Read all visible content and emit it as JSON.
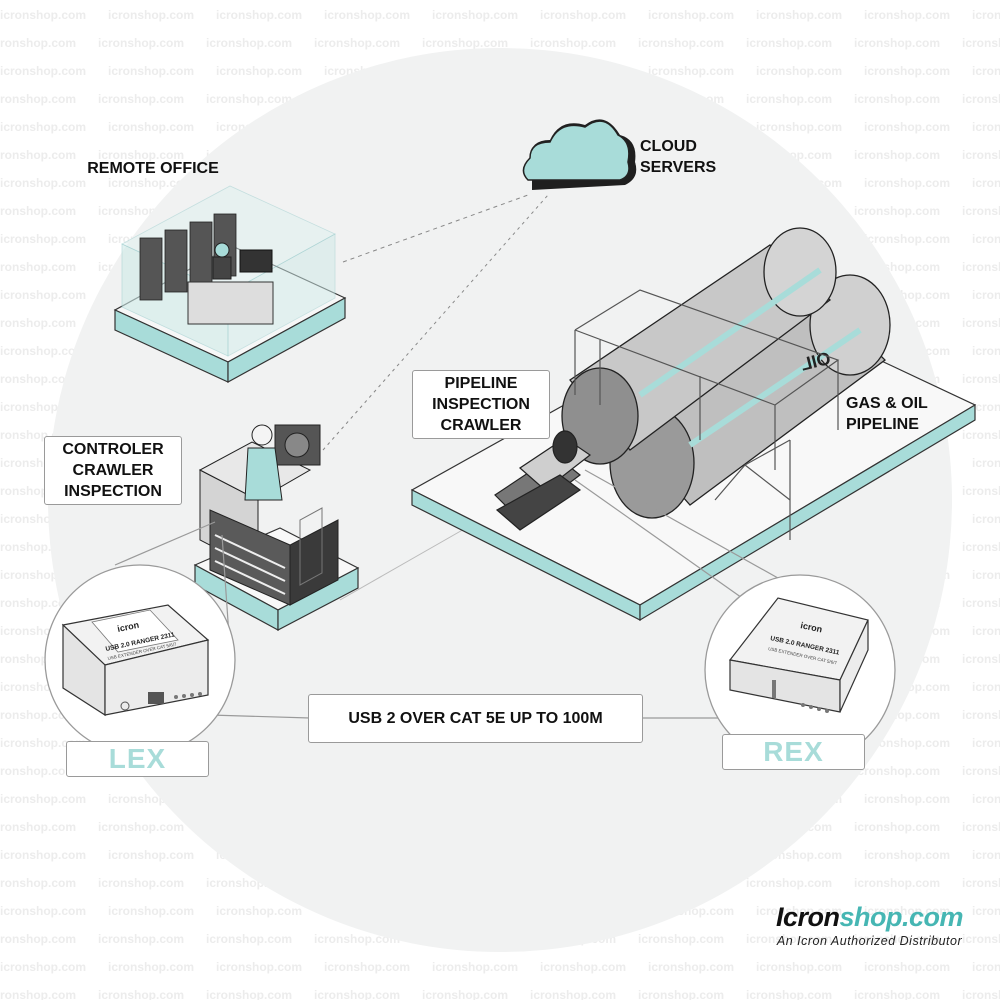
{
  "watermark": {
    "text": "icronshop.com"
  },
  "labels": {
    "remote_office": "REMOTE  OFFICE",
    "cloud_servers": [
      "CLOUD",
      "SERVERS"
    ],
    "gas_oil_pipeline": [
      "GAS & OIL",
      "PIPELINE"
    ],
    "pipeline_inspection_crawler": [
      "PIPELINE",
      "INSPECTION",
      "CRAWLER"
    ],
    "controler_crawler_inspection": [
      "CONTROLER",
      "CRAWLER",
      "INSPECTION"
    ],
    "usb_link": "USB 2 OVER CAT 5E UP TO 100M",
    "lex": "LEX",
    "rex": "REX"
  },
  "tank_text": "OIL",
  "device": {
    "brand": "icron",
    "model": "USB 2.0 RANGER 2311",
    "subtitle": "USB EXTENDER OVER CAT 5/6/7"
  },
  "brand": {
    "name_part1": "Icron",
    "name_part2": "shop.com",
    "tagline": "An Icron Authorized Distributor"
  },
  "colors": {
    "accent": "#a8dcd9",
    "accent_dark": "#46b6b3",
    "circle": "#f1f2f2",
    "text": "#111111"
  }
}
